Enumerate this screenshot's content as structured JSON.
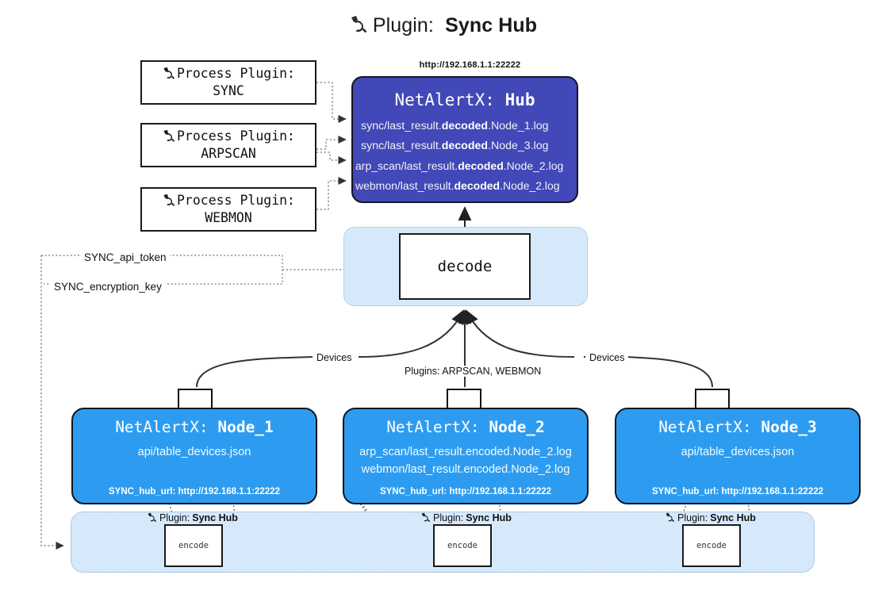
{
  "title": {
    "icon": "plug-icon",
    "label": "Plugin:",
    "value": "Sync Hub"
  },
  "process_plugins": [
    {
      "icon": "plug-icon",
      "label": "Process Plugin:",
      "name": "SYNC"
    },
    {
      "icon": "plug-icon",
      "label": "Process Plugin:",
      "name": "ARPSCAN"
    },
    {
      "icon": "plug-icon",
      "label": "Process Plugin:",
      "name": "WEBMON"
    }
  ],
  "hub": {
    "url": "http://192.168.1.1:22222",
    "title_prefix": "NetAlertX:",
    "title_value": "Hub",
    "rows": [
      {
        "pre": "sync/last_result.",
        "em": "decoded",
        "post": ".Node_1.log"
      },
      {
        "pre": "sync/last_result.",
        "em": "decoded",
        "post": ".Node_3.log"
      },
      {
        "pre": "arp_scan/last_result.",
        "em": "decoded",
        "post": ".Node_2.log"
      },
      {
        "pre": "webmon/last_result.",
        "em": "decoded",
        "post": ".Node_2.log"
      }
    ]
  },
  "decode": {
    "label": "decode"
  },
  "secrets": [
    {
      "label": "SYNC_api_token"
    },
    {
      "label": "SYNC_encryption_key"
    }
  ],
  "edge_labels": {
    "devices_left": "Devices",
    "devices_right": "Devices",
    "plugins": "Plugins: ARPSCAN, WEBMON"
  },
  "nodes": [
    {
      "title_prefix": "NetAlertX:",
      "title_value": "Node_1",
      "lines": [
        "api/table_devices.json"
      ],
      "hub_url": "SYNC_hub_url: http://192.168.1.1:22222",
      "envelope_icon": "envelope-icon"
    },
    {
      "title_prefix": "NetAlertX:",
      "title_value": "Node_2",
      "lines": [
        "arp_scan/last_result.encoded.Node_2.log",
        "webmon/last_result.encoded.Node_2.log"
      ],
      "hub_url": "SYNC_hub_url: http://192.168.1.1:22222",
      "envelope_icon": "envelope-icon"
    },
    {
      "title_prefix": "NetAlertX:",
      "title_value": "Node_3",
      "lines": [
        "api/table_devices.json"
      ],
      "hub_url": "SYNC_hub_url: http://192.168.1.1:22222",
      "envelope_icon": "envelope-icon"
    }
  ],
  "encode_zone": {
    "plugin_label": "Plugin:",
    "plugin_value": "Sync Hub",
    "encode_label": "encode"
  },
  "colors": {
    "hub_fill": "#4248b8",
    "node_fill": "#2d9cf0",
    "zone_fill": "#d6e9fb",
    "stroke": "#15151f",
    "page_bg": "#ffffff"
  }
}
